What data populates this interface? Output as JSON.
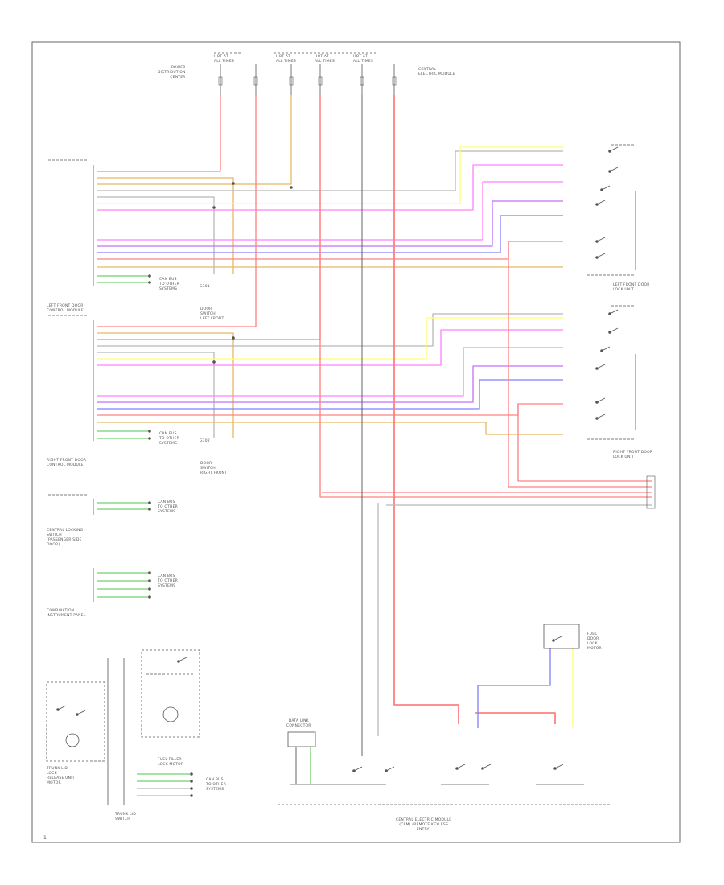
{
  "page_number": "1",
  "component_labels": {
    "left_front_door_module": "LEFT FRONT DOOR\nCONTROL MODULE",
    "right_front_door_module": "RIGHT FRONT DOOR\nCONTROL MODULE",
    "left_front_door_lock_unit": "LEFT FRONT DOOR\nLOCK UNIT",
    "right_front_door_lock_unit": "RIGHT FRONT DOOR\nLOCK UNIT",
    "left_door_switch": "DOOR\nSWITCH\nLEFT FRONT",
    "right_door_switch": "DOOR\nSWITCH\nRIGHT FRONT",
    "central_locking_switch": "CENTRAL LOCKING\nSWITCH\n(PASSENGER SIDE\nDOOR)",
    "combination_instrument": "COMBINATION\nINSTRUMENT PANEL",
    "trunk_lid_lock": "TRUNK LID\nLOCK\nRELEASE UNIT\nMOTOR",
    "fuel_filler_lock": "FUEL FILLER\nLOCK MOTOR",
    "trunk_lid_switch": "TRUNK LID\nSWITCH",
    "lock_motor": "FUEL\nDOOR\nLOCK\nMOTOR",
    "central_electric_module": "CENTRAL ELECTRIC MODULE\n(CEM) (REMOTE KEYLESS\nENTRY)",
    "data_link": "DATA LINK\nCONNECTOR",
    "can_network_1": "CAN BUS\nTO OTHER\nSYSTEMS",
    "can_network_2": "CAN BUS\nTO OTHER\nSYSTEMS",
    "can_network_3": "CAN BUS\nTO OTHER\nSYSTEMS",
    "can_network_4": "CAN BUS\nTO OTHER\nSYSTEMS",
    "can_network_5": "CAN BUS\nTO OTHER\nSYSTEMS",
    "fuse_1": "HOT AT\nALL TIMES",
    "fuse_2": "HOT AT\nALL TIMES",
    "fuse_3": "HOT AT\nALL TIMES",
    "fuse_4": "HOT AT\nALL TIMES",
    "fuse_note_left": "POWER\nDISTRIBUTION\nCENTER",
    "fuse_note_right": "CENTRAL\nELECTRIC MODULE",
    "ground_left": "G301",
    "ground_right": "G302"
  },
  "wire_colors": {
    "red": "#ff8080",
    "pink": "#ff80ff",
    "violet": "#c070ff",
    "blue": "#8080ff",
    "yellow": "#ffff70",
    "orange": "#e8b860",
    "green": "#70d070",
    "gray": "#b8b8b8",
    "black": "#555555",
    "frame": "#666666"
  }
}
